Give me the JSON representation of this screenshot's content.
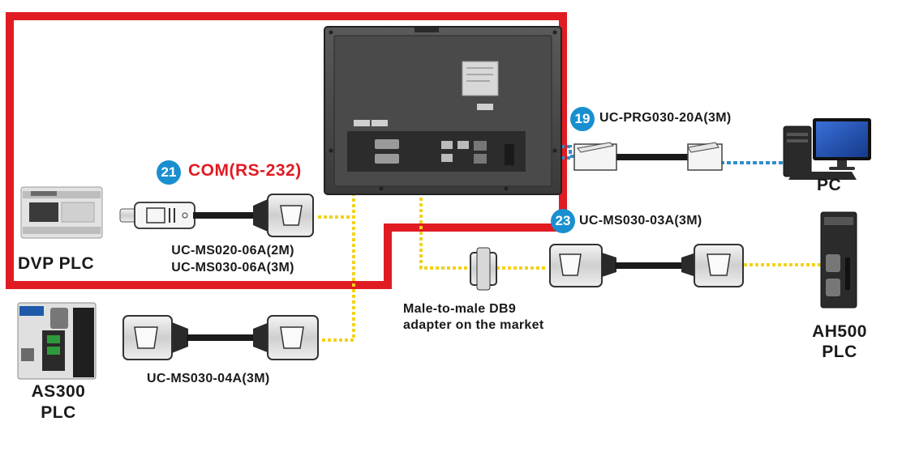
{
  "colors": {
    "highlight_frame": "#e11b22",
    "serial_link": "#f2d21e",
    "ethernet_link": "#2f8fc7",
    "badge": "#1a8fd0"
  },
  "hmi": {
    "icon": "hmi-rear-panel-icon"
  },
  "com_port": {
    "badge": "21",
    "label": "COM(RS-232)"
  },
  "dvp_plc": {
    "name": "DVP PLC",
    "icon": "dvp-plc-icon"
  },
  "cable_dvp": {
    "line1": "UC-MS020-06A(2M)",
    "line2": "UC-MS030-06A(3M)"
  },
  "ethernet": {
    "badge": "19",
    "cable": "UC-PRG030-20A(3M)"
  },
  "pc": {
    "name": "PC",
    "icon": "pc-icon"
  },
  "ah500": {
    "badge": "23",
    "cable": "UC-MS030-03A(3M)",
    "name_line1": "AH500",
    "name_line2": "PLC",
    "icon": "ah500-plc-icon"
  },
  "adapter": {
    "line1": "Male-to-male DB9",
    "line2": "adapter on the market"
  },
  "as300": {
    "cable": "UC-MS030-04A(3M)",
    "name_line1": "AS300",
    "name_line2": "PLC",
    "icon": "as300-plc-icon"
  }
}
